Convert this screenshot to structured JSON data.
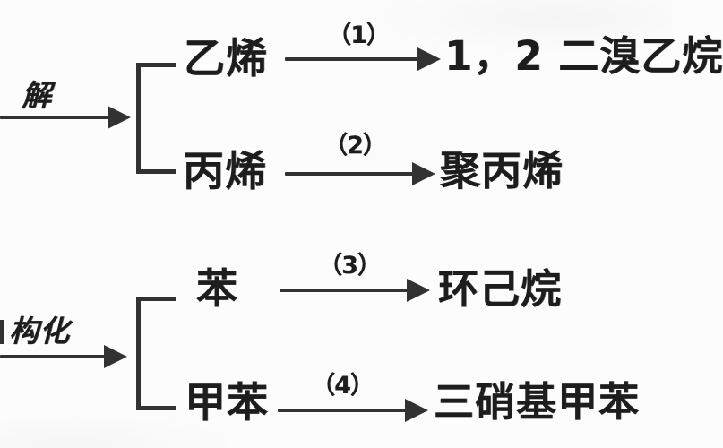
{
  "page": {
    "background_color": "#fcfcfc",
    "ink_color": "#323232",
    "text_color": "#1d1d1d"
  },
  "diagram": {
    "kind": "chemistry-reaction-flowchart",
    "groups": [
      {
        "label": "解",
        "branches": [
          {
            "reactant": "乙烯",
            "step": "（1）",
            "product": "1，2 二溴乙烷"
          },
          {
            "reactant": "丙烯",
            "step": "（2）",
            "product": "聚丙烯"
          }
        ]
      },
      {
        "label": "构化",
        "branches": [
          {
            "reactant": "苯",
            "step": "（3）",
            "product": "环己烷"
          },
          {
            "reactant": "甲苯",
            "step": "（4）",
            "product": "三硝基甲苯"
          }
        ]
      }
    ]
  }
}
